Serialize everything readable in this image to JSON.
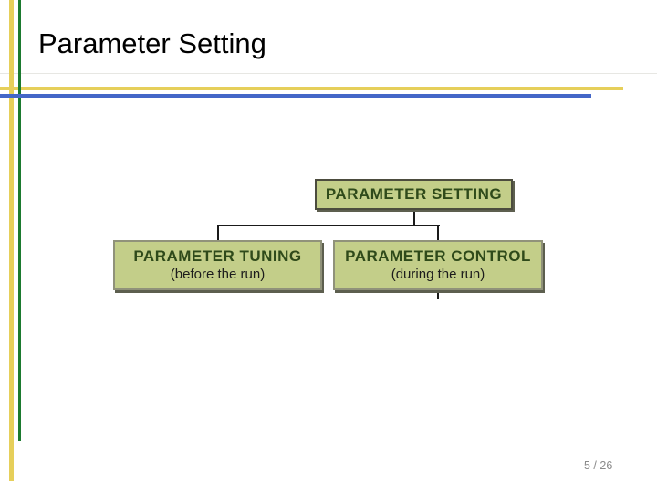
{
  "slide": {
    "title": "Parameter Setting",
    "page_indicator": "5 / 26"
  },
  "diagram": {
    "root": {
      "label": "PARAMETER SETTING"
    },
    "children": [
      {
        "label": "PARAMETER TUNING",
        "note": "(before the run)"
      },
      {
        "label": "PARAMETER CONTROL",
        "note": "(during the run)"
      }
    ]
  },
  "colors": {
    "accent_yellow": "#e6cf5a",
    "accent_green": "#1b7a2f",
    "accent_blue": "#4467c8",
    "node_fill": "#c3ce89",
    "node_border_dark": "#4c4c3e",
    "node_border_light": "#90927a",
    "node_shadow": "#5d5f4f",
    "node_heading_text": "#2f4a1a",
    "node_note_text": "#1c1c1c",
    "connector": "#1a1a1a",
    "page_number_gray": "#8a8a8a"
  }
}
